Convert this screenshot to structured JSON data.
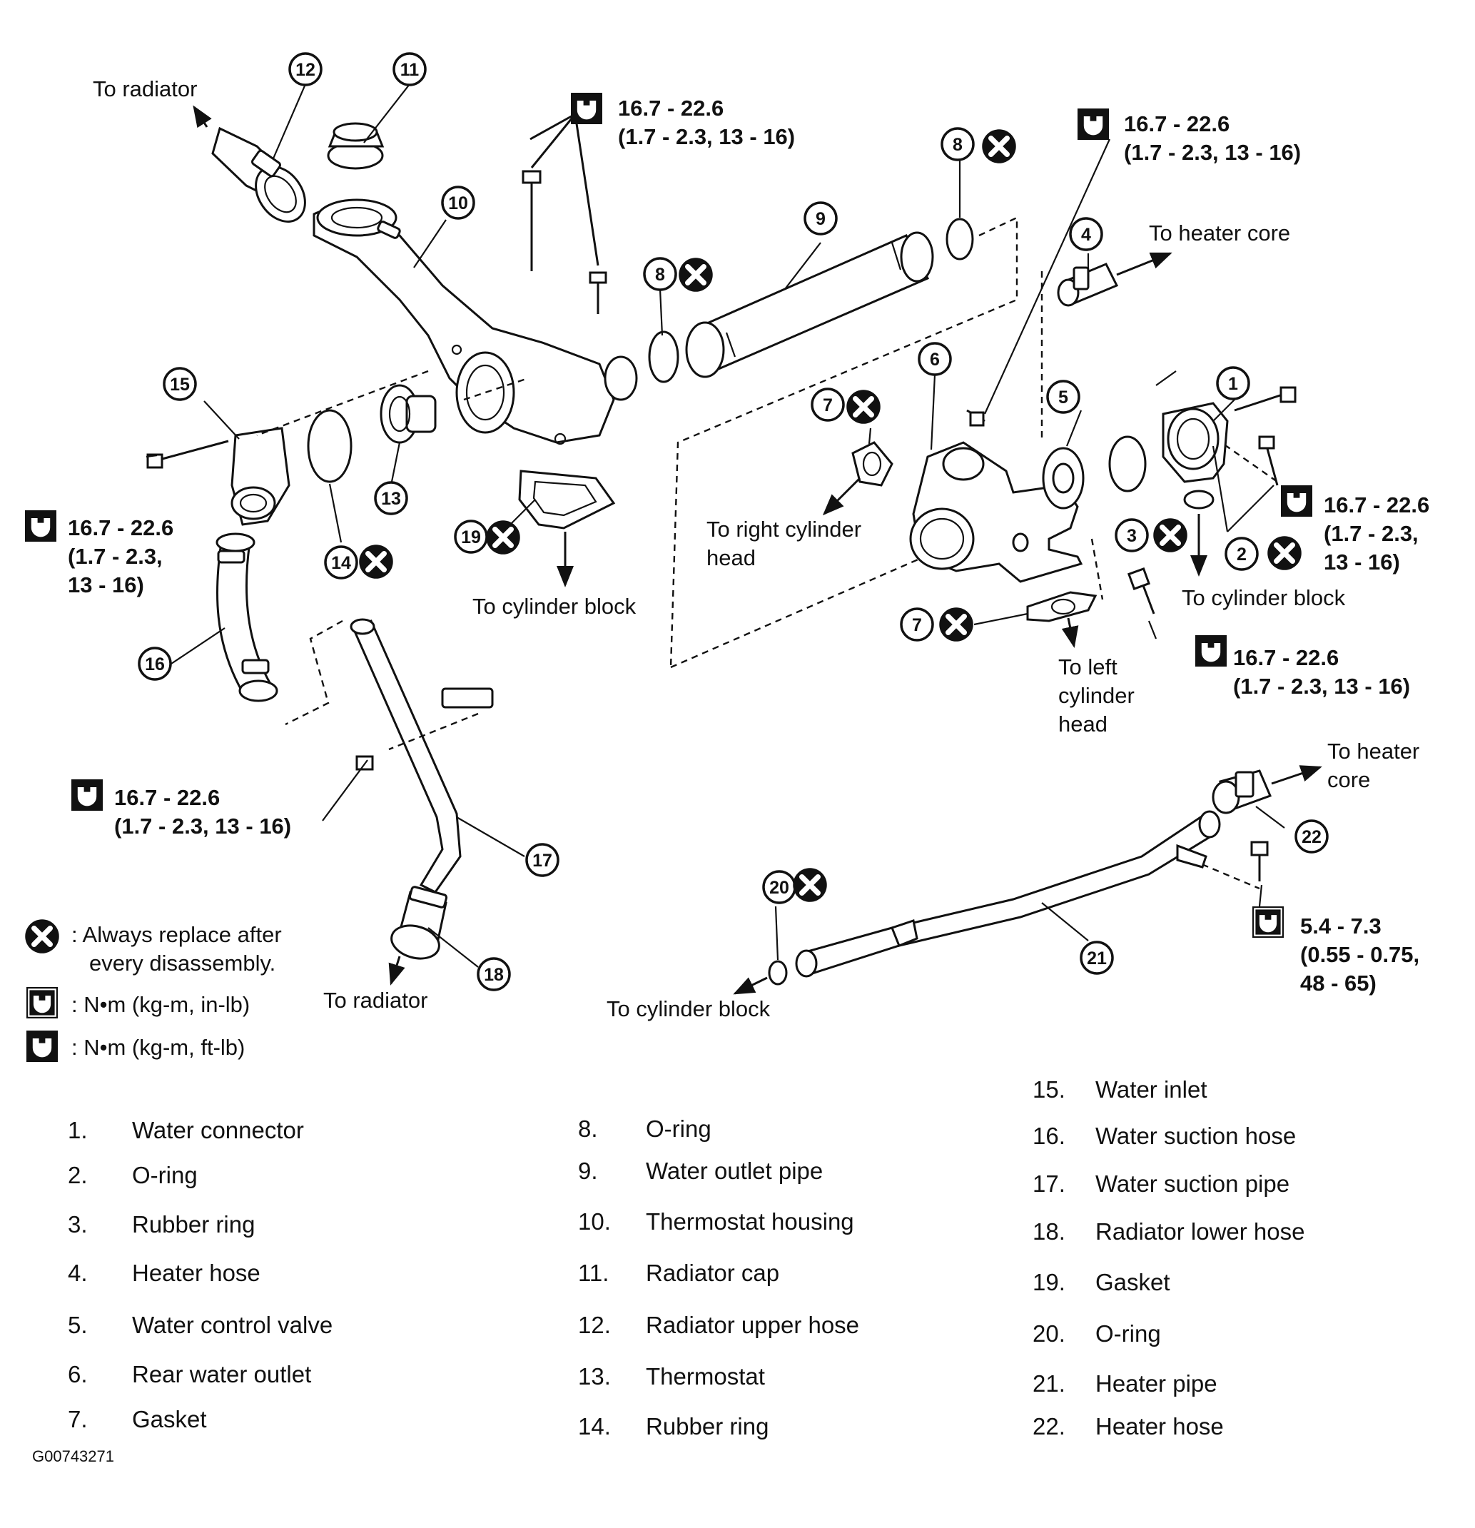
{
  "callouts": [
    {
      "label": "1"
    },
    {
      "label": "2"
    },
    {
      "label": "3"
    },
    {
      "label": "4"
    },
    {
      "label": "5"
    },
    {
      "label": "6"
    },
    {
      "label": "7"
    },
    {
      "label": "7"
    },
    {
      "label": "8"
    },
    {
      "label": "8"
    },
    {
      "label": "9"
    },
    {
      "label": "10"
    },
    {
      "label": "11"
    },
    {
      "label": "12"
    },
    {
      "label": "13"
    },
    {
      "label": "14"
    },
    {
      "label": "15"
    },
    {
      "label": "16"
    },
    {
      "label": "17"
    },
    {
      "label": "18"
    },
    {
      "label": "19"
    },
    {
      "label": "20"
    },
    {
      "label": "21"
    },
    {
      "label": "22"
    }
  ],
  "notes": {
    "to_radiator_top": "To radiator",
    "to_radiator_bottom": "To radiator",
    "to_heater_core_top": "To heater core",
    "to_heater_core_bottom_1": "To heater",
    "to_heater_core_bottom_2": "core",
    "to_right_cyl_head_1": "To right cylinder",
    "to_right_cyl_head_2": "head",
    "to_left_cyl_head_1": "To left",
    "to_left_cyl_head_2": "cylinder",
    "to_left_cyl_head_3": "head",
    "to_cyl_block_center": "To cylinder block",
    "to_cyl_block_right": "To cylinder block",
    "to_cyl_block_bottom": "To cylinder block"
  },
  "torques": {
    "a_1": "16.7 - 22.6",
    "a_2": "(1.7 - 2.3, 13 - 16)",
    "b_1": "16.7 - 22.6",
    "b_2": "(1.7 - 2.3, 13 - 16)",
    "c_1": "16.7 - 22.6",
    "c_2": "(1.7 - 2.3,",
    "c_3": "13 - 16)",
    "d_1": "16.7 - 22.6",
    "d_2": "(1.7 - 2.3,",
    "d_3": "13 - 16)",
    "e_1": "16.7 - 22.6",
    "e_2": "(1.7 - 2.3, 13 - 16)",
    "f_1": "16.7 - 22.6",
    "f_2": "(1.7 - 2.3, 13 - 16)",
    "g_1": "5.4 - 7.3",
    "g_2": "(0.55 - 0.75,",
    "g_3": "48 - 65)"
  },
  "legend": {
    "replace_1": ": Always replace after",
    "replace_2": "every disassembly.",
    "inlb": ":  N•m  (kg-m,  in-lb)",
    "ftlb": ":  N•m  (kg-m,  ft-lb)"
  },
  "parts": [
    {
      "num": "1.",
      "name": "Water connector"
    },
    {
      "num": "2.",
      "name": "O-ring"
    },
    {
      "num": "3.",
      "name": "Rubber ring"
    },
    {
      "num": "4.",
      "name": "Heater hose"
    },
    {
      "num": "5.",
      "name": "Water control valve"
    },
    {
      "num": "6.",
      "name": "Rear water outlet"
    },
    {
      "num": "7.",
      "name": "Gasket"
    },
    {
      "num": "8.",
      "name": "O-ring"
    },
    {
      "num": "9.",
      "name": "Water outlet pipe"
    },
    {
      "num": "10.",
      "name": "Thermostat housing"
    },
    {
      "num": "11.",
      "name": "Radiator cap"
    },
    {
      "num": "12.",
      "name": "Radiator upper hose"
    },
    {
      "num": "13.",
      "name": "Thermostat"
    },
    {
      "num": "14.",
      "name": "Rubber ring"
    },
    {
      "num": "15.",
      "name": "Water inlet"
    },
    {
      "num": "16.",
      "name": "Water suction hose"
    },
    {
      "num": "17.",
      "name": "Water suction pipe"
    },
    {
      "num": "18.",
      "name": "Radiator lower hose"
    },
    {
      "num": "19.",
      "name": "Gasket"
    },
    {
      "num": "20.",
      "name": "O-ring"
    },
    {
      "num": "21.",
      "name": "Heater pipe"
    },
    {
      "num": "22.",
      "name": "Heater hose"
    }
  ],
  "figure_code": "G00743271"
}
